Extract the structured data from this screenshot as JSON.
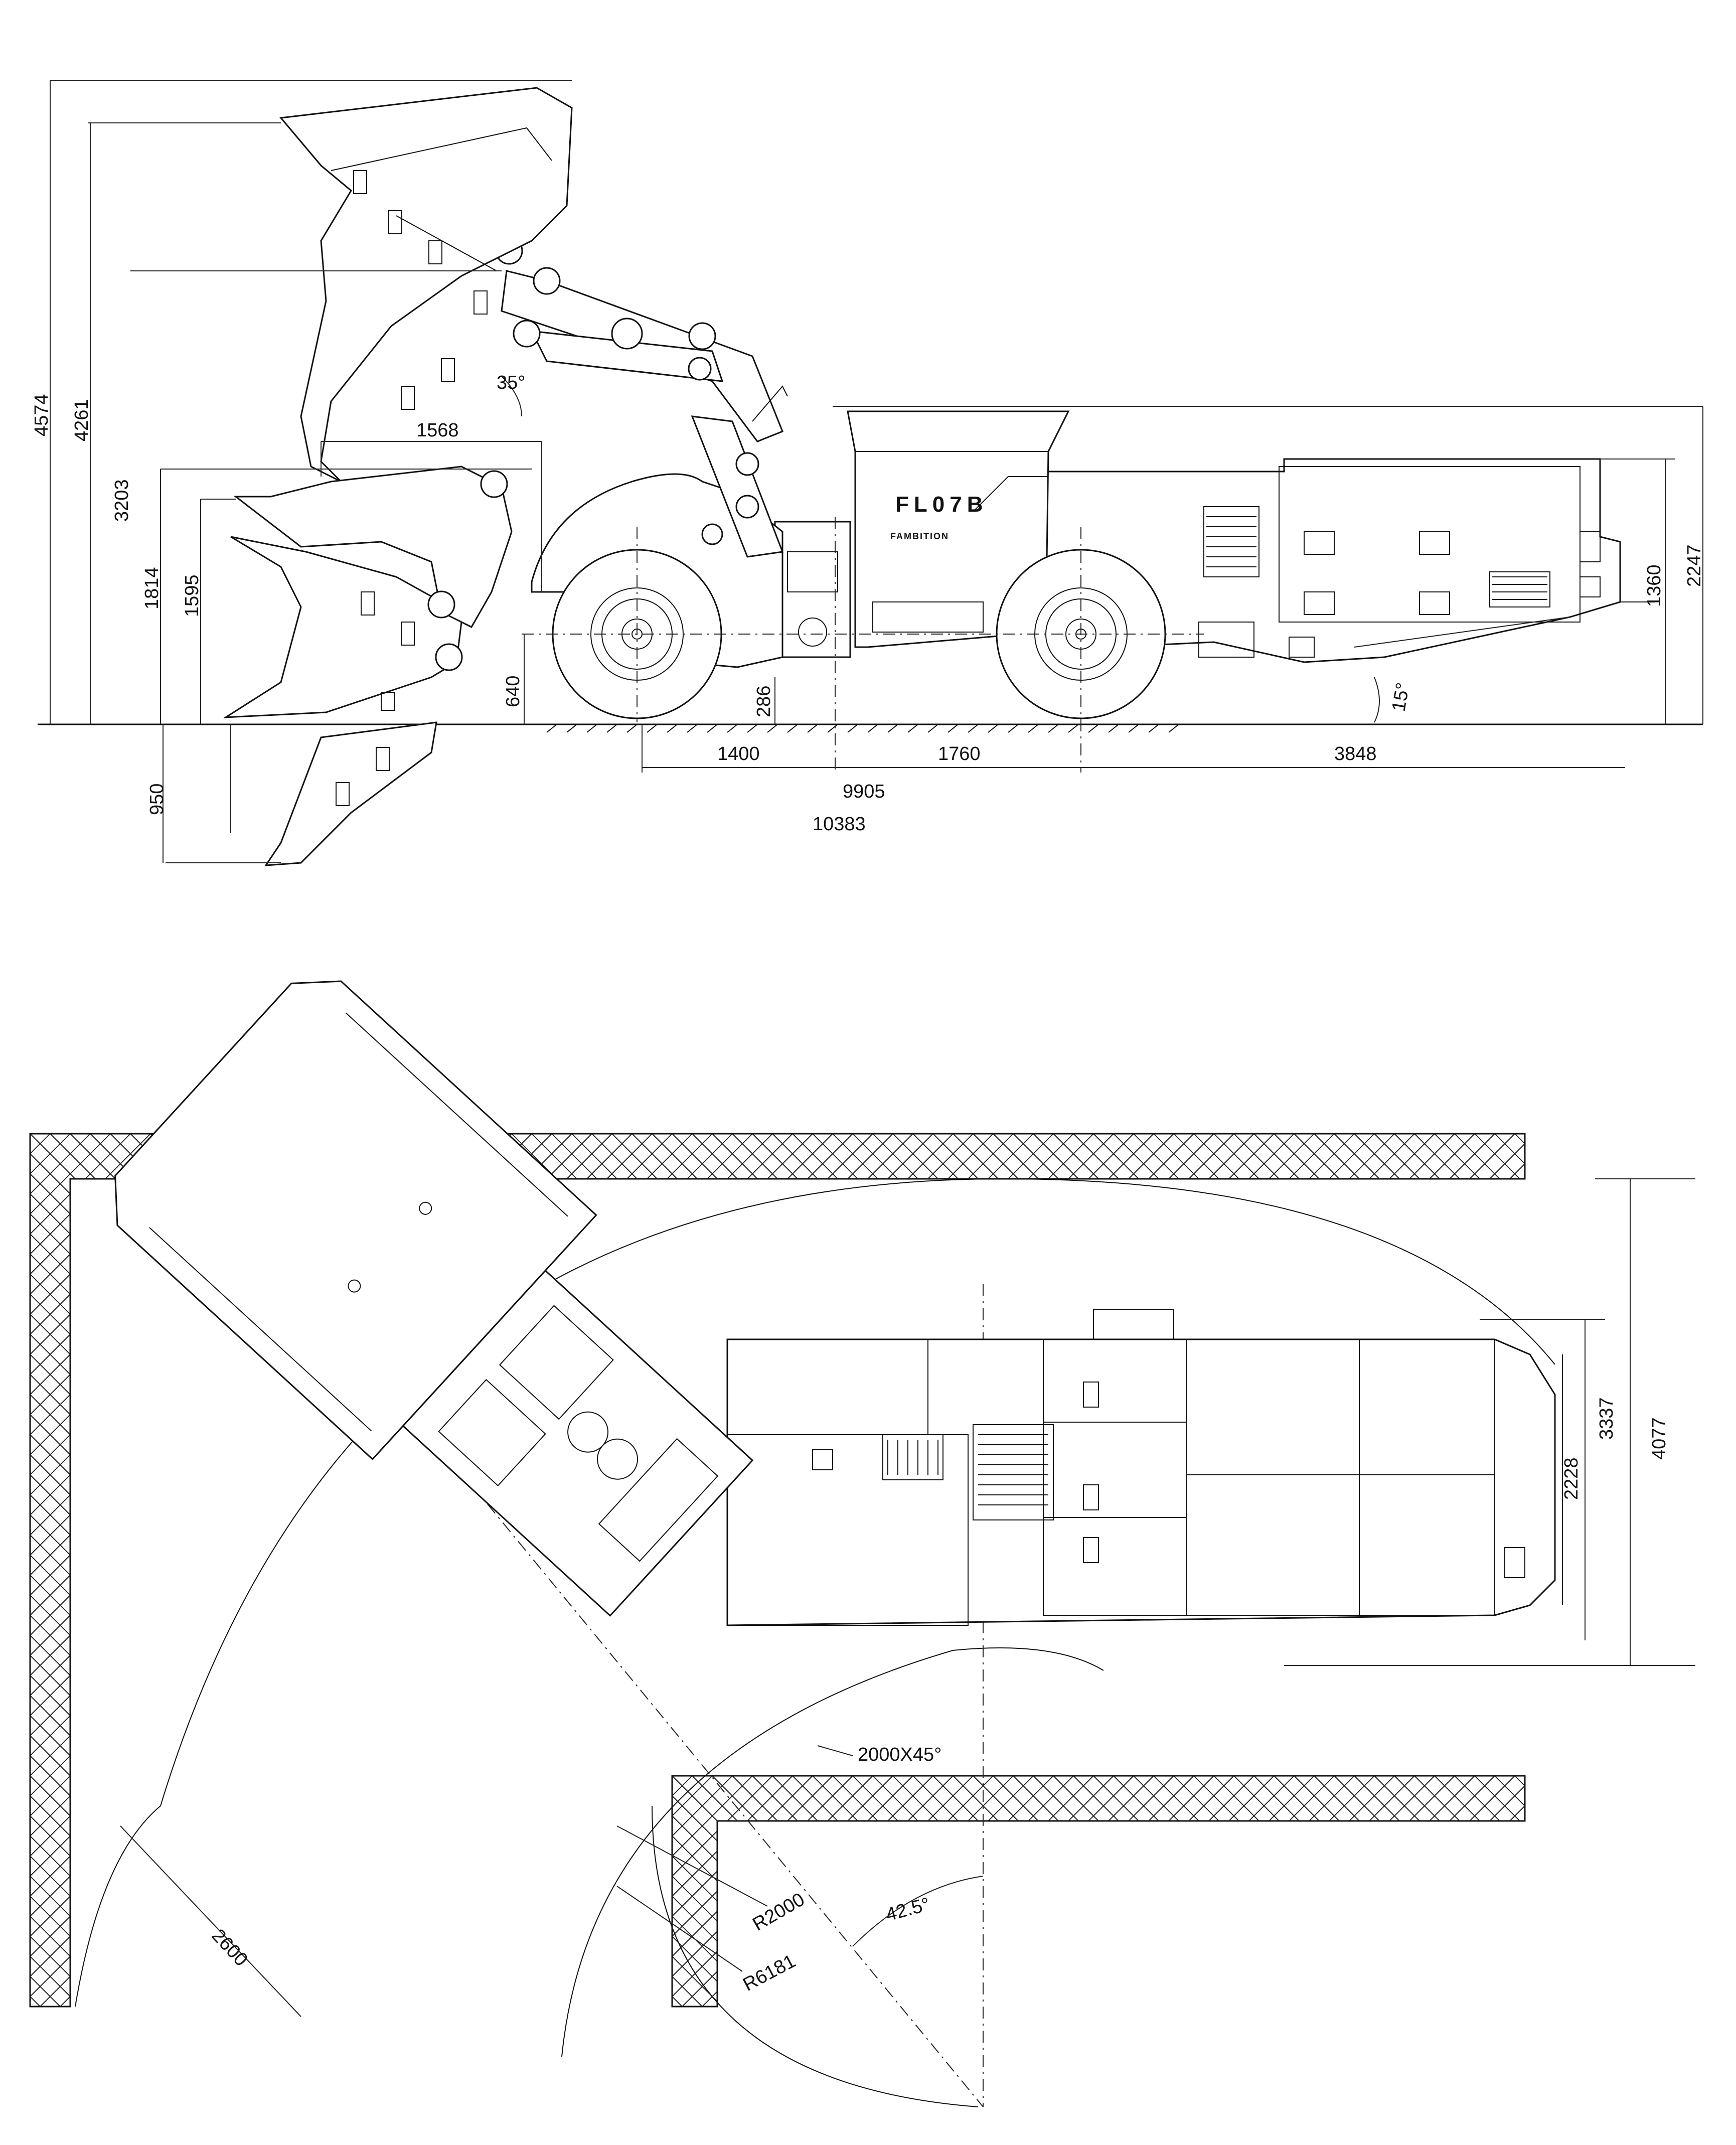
{
  "side_view": {
    "model_label": "FL07B",
    "brand_label": "FAMBITION",
    "dimensions": {
      "overall_height_raised": "4574",
      "bucket_pin_height": "4261",
      "dump_height": "3203",
      "bucket_height_1814": "1814",
      "bucket_height_1595": "1595",
      "height_640": "640",
      "ground_clearance": "286",
      "dump_reach": "1568",
      "dump_angle": "35°",
      "dig_depth": "950",
      "front_overhang": "1400",
      "wheelbase_half": "1760",
      "rear_overhang": "3848",
      "length_9905": "9905",
      "length_10383": "10383",
      "canopy_height": "2247",
      "body_height": "1360",
      "departure_angle": "15°"
    }
  },
  "plan_view": {
    "dimensions": {
      "overall_width": "4077",
      "turning_width": "3337",
      "machine_width": "2228",
      "tunnel_size": "2000X45°",
      "outer_radius": "R2000",
      "inner_radius": "R6181",
      "articulation_angle": "42.5°",
      "bucket_width": "2600"
    }
  },
  "colors": {
    "line": "#111111",
    "logo_blue": "#1f3c7a",
    "background": "#ffffff"
  }
}
